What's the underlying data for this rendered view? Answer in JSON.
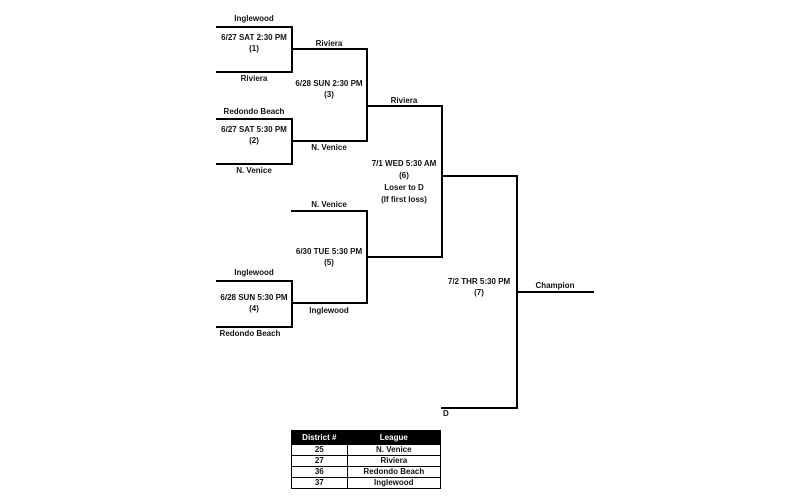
{
  "bracket": {
    "game1": {
      "date": "6/27 SAT 2:30 PM",
      "num": "(1)",
      "team_top": "Inglewood",
      "team_bottom": "Riviera"
    },
    "game2": {
      "date": "6/27 SAT 5:30 PM",
      "num": "(2)",
      "team_top": "Redondo Beach",
      "team_bottom": "N. Venice"
    },
    "game3": {
      "date": "6/28 SUN 2:30 PM",
      "num": "(3)",
      "team_top": "Riviera",
      "team_bottom": "N. Venice"
    },
    "game4": {
      "date": "6/28 SUN 5:30 PM",
      "num": "(4)",
      "team_top": "Inglewood",
      "team_bottom": "Redondo Beach"
    },
    "game5": {
      "date": "6/30 TUE 5:30 PM",
      "num": "(5)",
      "team_top": "N. Venice",
      "team_bottom": "Inglewood"
    },
    "game6": {
      "date": "7/1 WED 5:30 AM",
      "num": "(6)",
      "note1": "Loser to D",
      "note2": "(If first loss)",
      "team_top": "Riviera"
    },
    "game7": {
      "date": "7/2 THR 5:30 PM",
      "num": "(7)",
      "team_bottom": "D"
    },
    "champion_label": "Champion"
  },
  "legend": {
    "headers": [
      "District #",
      "League"
    ],
    "rows": [
      [
        "25",
        "N. Venice"
      ],
      [
        "27",
        "Riviera"
      ],
      [
        "36",
        "Redondo Beach"
      ],
      [
        "37",
        "Inglewood"
      ]
    ]
  }
}
